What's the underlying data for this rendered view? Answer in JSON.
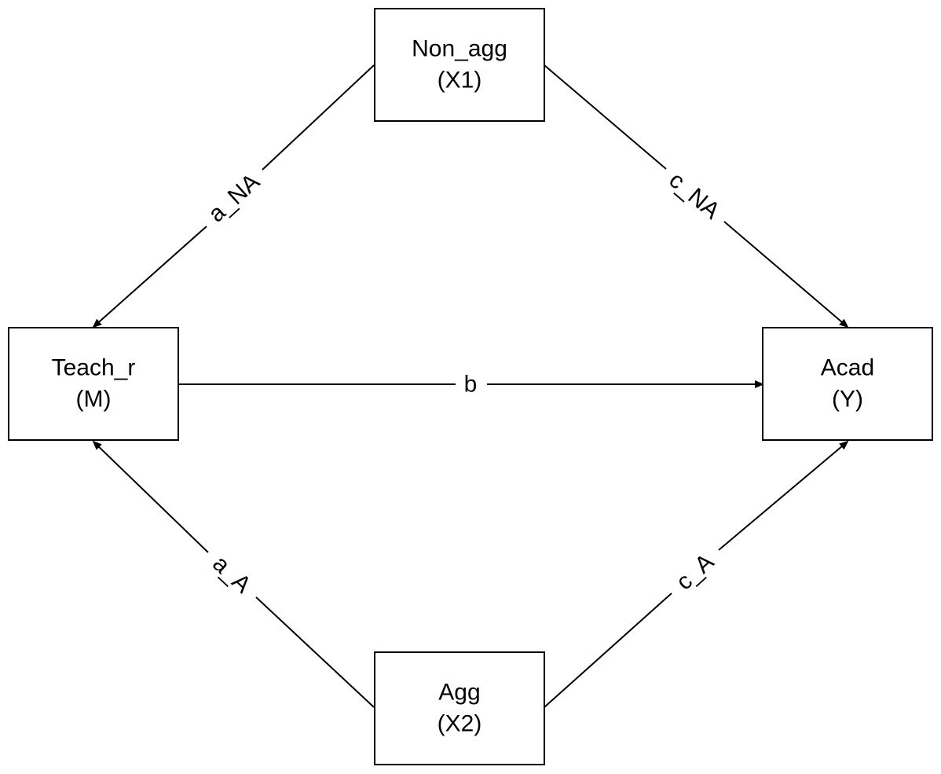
{
  "diagram": {
    "nodes": {
      "non_agg": {
        "name": "Non_agg",
        "role": "(X1)"
      },
      "teach_r": {
        "name": "Teach_r",
        "role": "(M)"
      },
      "acad": {
        "name": "Acad",
        "role": "(Y)"
      },
      "agg": {
        "name": "Agg",
        "role": "(X2)"
      }
    },
    "edges": {
      "a_na": {
        "label": "a_NA",
        "from": "Non_agg",
        "to": "Teach_r"
      },
      "c_na": {
        "label": "c_NA",
        "from": "Non_agg",
        "to": "Acad"
      },
      "b": {
        "label": "b",
        "from": "Teach_r",
        "to": "Acad"
      },
      "a_a": {
        "label": "a_A",
        "from": "Agg",
        "to": "Teach_r"
      },
      "c_a": {
        "label": "c_A",
        "from": "Agg",
        "to": "Acad"
      }
    }
  }
}
